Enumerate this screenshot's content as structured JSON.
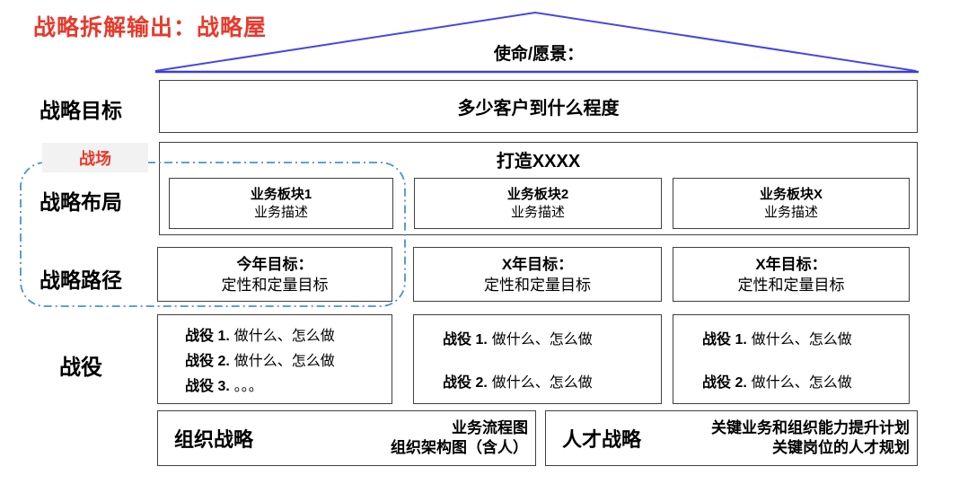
{
  "page_title": "战略拆解输出：战略屋",
  "roof": {
    "mission_label": "使命/愿景："
  },
  "battlefield_tag": "战场",
  "rows": {
    "goal": {
      "label": "战略目标",
      "content": "多少客户到什么程度"
    },
    "layout": {
      "label": "战略布局",
      "title": "打造XXXX",
      "blocks": [
        {
          "title": "业务板块1",
          "desc": "业务描述"
        },
        {
          "title": "业务板块2",
          "desc": "业务描述"
        },
        {
          "title": "业务板块X",
          "desc": "业务描述"
        }
      ]
    },
    "path": {
      "label": "战略路径",
      "blocks": [
        {
          "title": "今年目标：",
          "desc": "定性和定量目标"
        },
        {
          "title": "X年目标：",
          "desc": "定性和定量目标"
        },
        {
          "title": "X年目标：",
          "desc": "定性和定量目标"
        }
      ]
    },
    "campaign": {
      "label": "战役",
      "blocks": [
        {
          "lines": [
            {
              "lead": "战役 1.",
              "rest": "做什么、怎么做"
            },
            {
              "lead": "战役 2.",
              "rest": "做什么、怎么做"
            },
            {
              "lead": "战役 3.",
              "rest": "。。。"
            }
          ]
        },
        {
          "lines": [
            {
              "lead": "战役 1.",
              "rest": "做什么、怎么做"
            },
            {
              "lead": "战役 2.",
              "rest": "做什么、怎么做"
            }
          ]
        },
        {
          "lines": [
            {
              "lead": "战役 1.",
              "rest": "做什么、怎么做"
            },
            {
              "lead": "战役 2.",
              "rest": "做什么、怎么做"
            }
          ]
        }
      ]
    },
    "foundation": [
      {
        "title": "组织战略",
        "line1": "业务流程图",
        "line2": "组织架构图（含人）"
      },
      {
        "title": "人才战略",
        "line1": "关键业务和组织能力提升计划",
        "line2": "关键岗位的人才规划"
      }
    ]
  },
  "colors": {
    "title_red": "#e8392c",
    "roof_blue": "#4646e6",
    "dashed_blue": "#4a90d8",
    "box_border": "#3f3f3f",
    "tag_bg": "#f2f2f2"
  }
}
